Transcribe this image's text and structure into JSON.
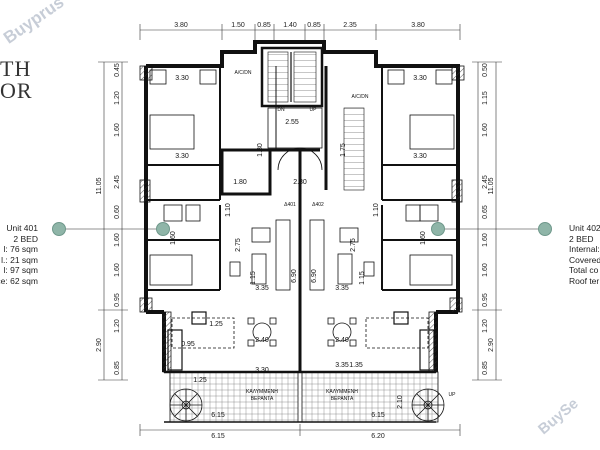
{
  "dims_top": [
    "3.80",
    "1.50",
    "0.85",
    "1.40",
    "0.85",
    "2.35",
    "3.80"
  ],
  "dims_left_outer": [
    "11.05",
    "2.90"
  ],
  "dims_left_inner": [
    "0.45",
    "1.20",
    "1.60",
    "2.45",
    "0.60",
    "1.60",
    "1.60",
    "0.95",
    "1.20",
    "0.85"
  ],
  "dims_right_outer": [
    "11.05",
    "2.90"
  ],
  "dims_right_inner": [
    "0.50",
    "1.15",
    "1.60",
    "2.45",
    "0.65",
    "1.60",
    "1.60",
    "0.95",
    "1.20",
    "0.85"
  ],
  "dims_bottom": [
    "6.15",
    "6.20"
  ],
  "room_labels": [
    "3.30",
    "3.30",
    "3.30",
    "3.30",
    "2.55",
    "1.80",
    "2.80",
    "3.35",
    "3.35",
    "6.90",
    "6.90",
    "2.40",
    "2.40",
    "3.30",
    "3.35",
    "6.15",
    "6.15",
    "1.60",
    "1.60",
    "1.10",
    "1.10",
    "1.80",
    "1.75",
    "2.75",
    "2.75",
    "1.25",
    "1.35",
    "1.25",
    "0.95",
    "2.10",
    "1.15",
    "1.15"
  ],
  "small_labels": [
    "A/C/DN",
    "A/C/DN",
    "DN",
    "UP",
    "UP",
    "Δ402",
    "Δ401",
    "ΚΑΛΥΜΜΕΝΗ",
    "ΒΕΡΑΝΤΑ",
    "ΚΑΛΥΜΜΕΝΗ",
    "ΒΕΡΑΝΤΑ"
  ],
  "logo_lines": [
    "TH",
    "OR"
  ],
  "unit_left": [
    "Unit 401",
    "2 BED",
    "l: 76 sqm",
    "l.: 21 sqm",
    "l: 97 sqm",
    "ace: 62 sqm"
  ],
  "unit_right": [
    "Unit 402",
    "2 BED",
    "Internal:",
    "Covered",
    "Total co",
    "Roof ter"
  ],
  "watermark_top": "Buyprus",
  "watermark_bottom": "BuySe",
  "colors": {
    "wall": "#111111",
    "marker": "#8fb5a8",
    "watermark": "#9aa6b8"
  }
}
